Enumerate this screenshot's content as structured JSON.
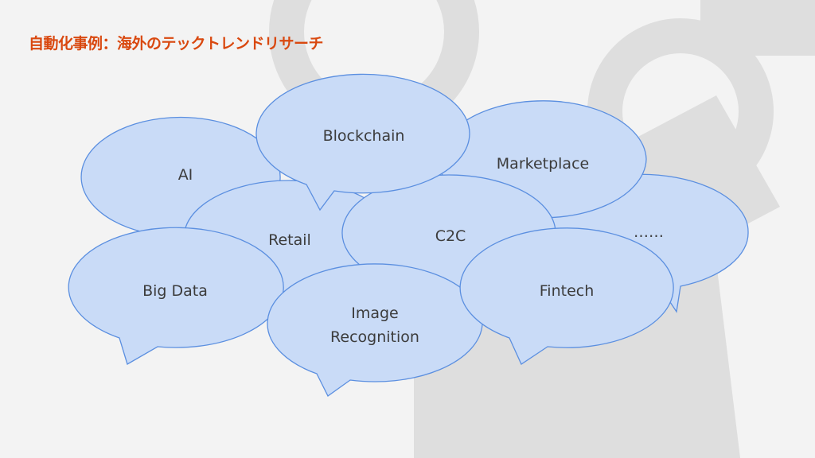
{
  "slide": {
    "title": "自動化事例：海外のテックトレンドリサーチ"
  },
  "bubbles": [
    {
      "id": "ai",
      "label": "AI"
    },
    {
      "id": "ellipsis",
      "label": "……"
    },
    {
      "id": "marketplace",
      "label": "Marketplace"
    },
    {
      "id": "retail",
      "label": "Retail"
    },
    {
      "id": "blockchain",
      "label": "Blockchain"
    },
    {
      "id": "c2c",
      "label": "C2C"
    },
    {
      "id": "bigdata",
      "label": "Big Data"
    },
    {
      "id": "image",
      "label": "Image",
      "label2": "Recognition"
    },
    {
      "id": "fintech",
      "label": "Fintech"
    }
  ],
  "colors": {
    "bubble_fill": "#c9dbf7",
    "bubble_stroke": "#5b8fe0",
    "title": "#d9480f"
  }
}
